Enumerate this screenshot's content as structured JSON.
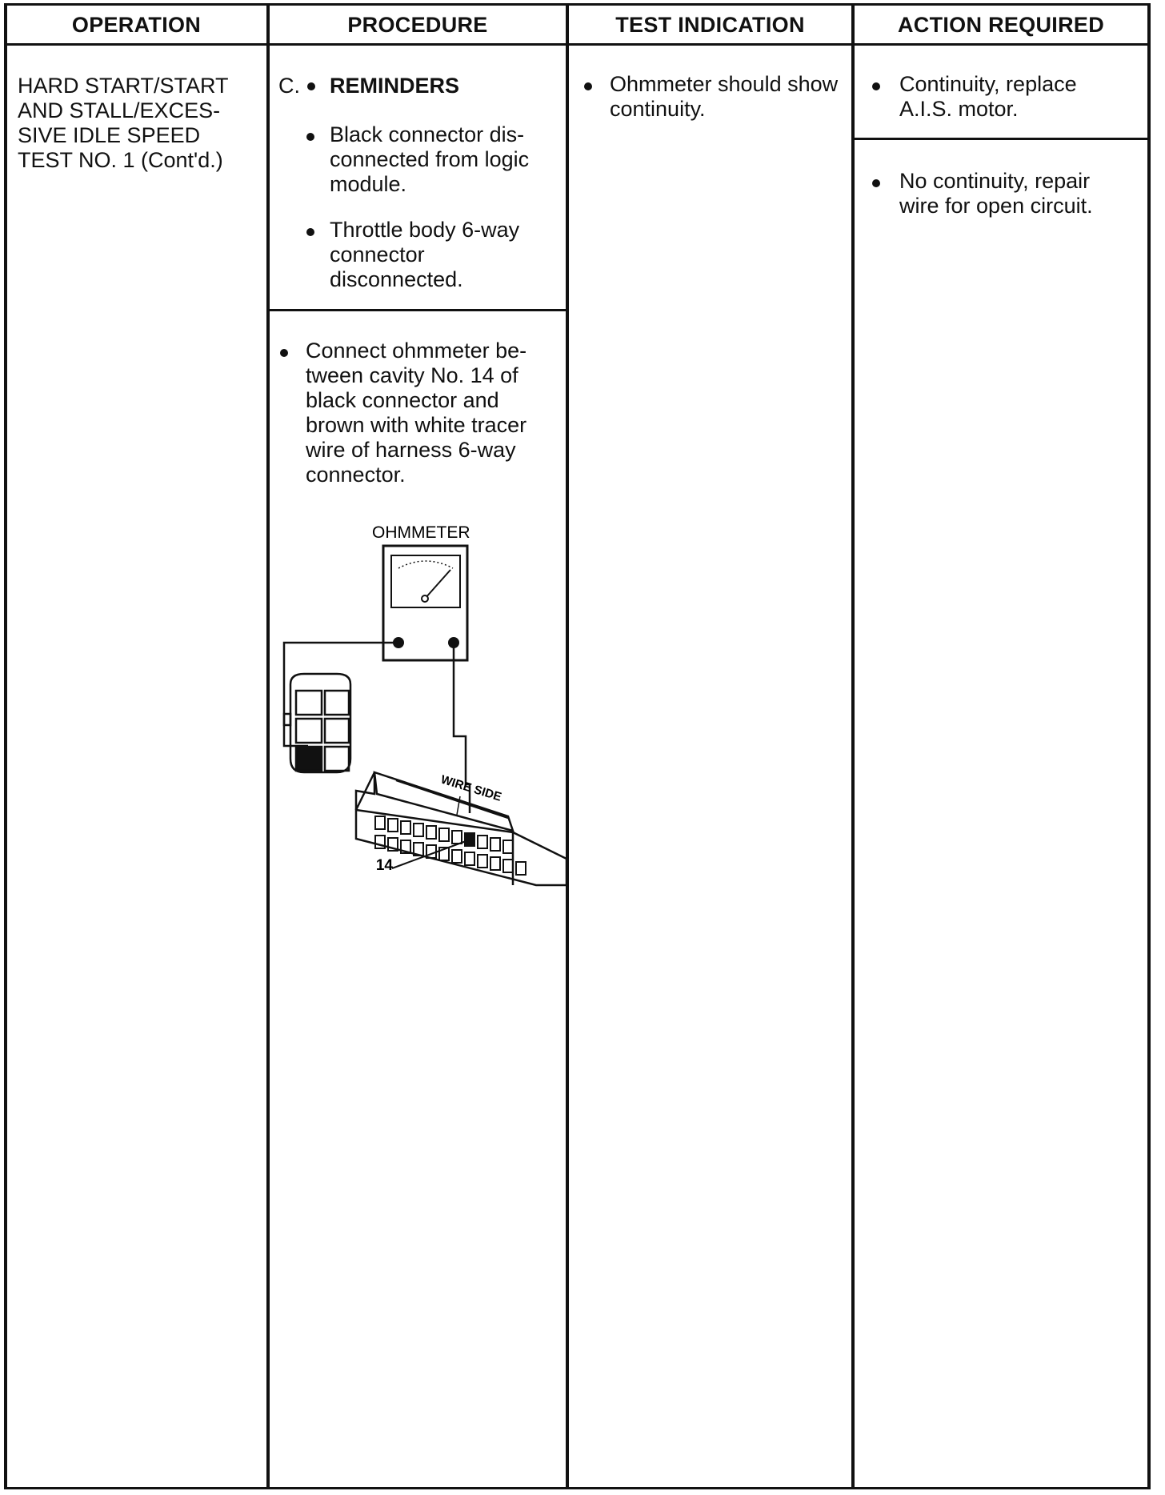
{
  "headers": {
    "operation": "OPERATION",
    "procedure": "PROCEDURE",
    "test_indication": "TEST INDICATION",
    "action_required": "ACTION REQUIRED"
  },
  "operation": {
    "line1": "HARD START/START",
    "line2": "AND STALL/EXCES-",
    "line3": "SIVE IDLE SPEED",
    "line4": "TEST NO. 1 (Cont'd.)"
  },
  "procedure": {
    "step_letter": "C.",
    "reminders_title": "REMINDERS",
    "reminder_1": "Black connector dis-\nconnected from logic\nmodule.",
    "reminder_2": "Throttle body 6-way\nconnector\ndisconnected.",
    "instruction": "Connect ohmmeter be-\ntween cavity No. 14 of\nblack connector and\nbrown with white tracer\nwire of harness 6-way\nconnector."
  },
  "diagram": {
    "meter_label": "OHMMETER",
    "wire_side_label": "WIRE SIDE",
    "cavity_label": "14"
  },
  "test_indication": {
    "item_1": "Ohmmeter should show\ncontinuity."
  },
  "action_required": {
    "item_1": "Continuity, replace\nA.I.S. motor.",
    "item_2": "No continuity, repair\nwire for open circuit."
  }
}
